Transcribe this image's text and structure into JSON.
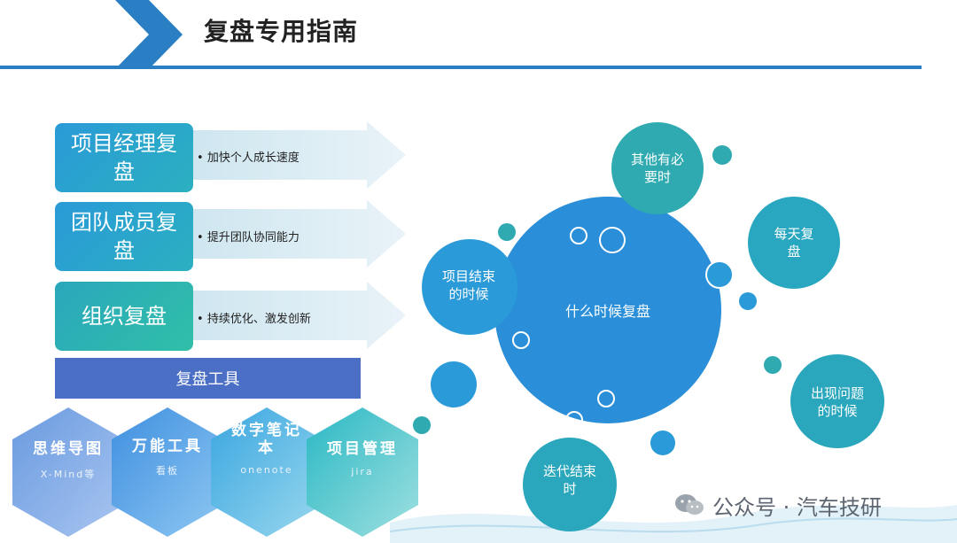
{
  "header": {
    "title": "复盘专用指南"
  },
  "boxes": [
    {
      "title": "项目经理复盘",
      "note": "加快个人成长速度"
    },
    {
      "title": "团队成员复盘",
      "note": "提升团队协同能力"
    },
    {
      "title": "组织复盘",
      "note": "持续优化、激发创新"
    }
  ],
  "tools": {
    "title": "复盘工具",
    "items": [
      {
        "label": "思维导图",
        "sub": "X-Mind等"
      },
      {
        "label": "万能工具",
        "sub": "看板"
      },
      {
        "label": "数字笔记本",
        "sub": "onenote"
      },
      {
        "label": "项目管理",
        "sub": "jira"
      }
    ]
  },
  "bubbles": {
    "center": "什么时候复盘",
    "project_end": "项目结束的时候",
    "other": "其他有必要时",
    "daily": "每天复盘",
    "problem": "出现问题的时候",
    "iteration": "迭代结束时"
  },
  "watermark": "公众号 · 汽车技研",
  "colors": {
    "accent": "#2a7fc4",
    "teal": "#2eaab0",
    "blue": "#2a8fd8",
    "tools_bar": "#4a6fc4"
  }
}
